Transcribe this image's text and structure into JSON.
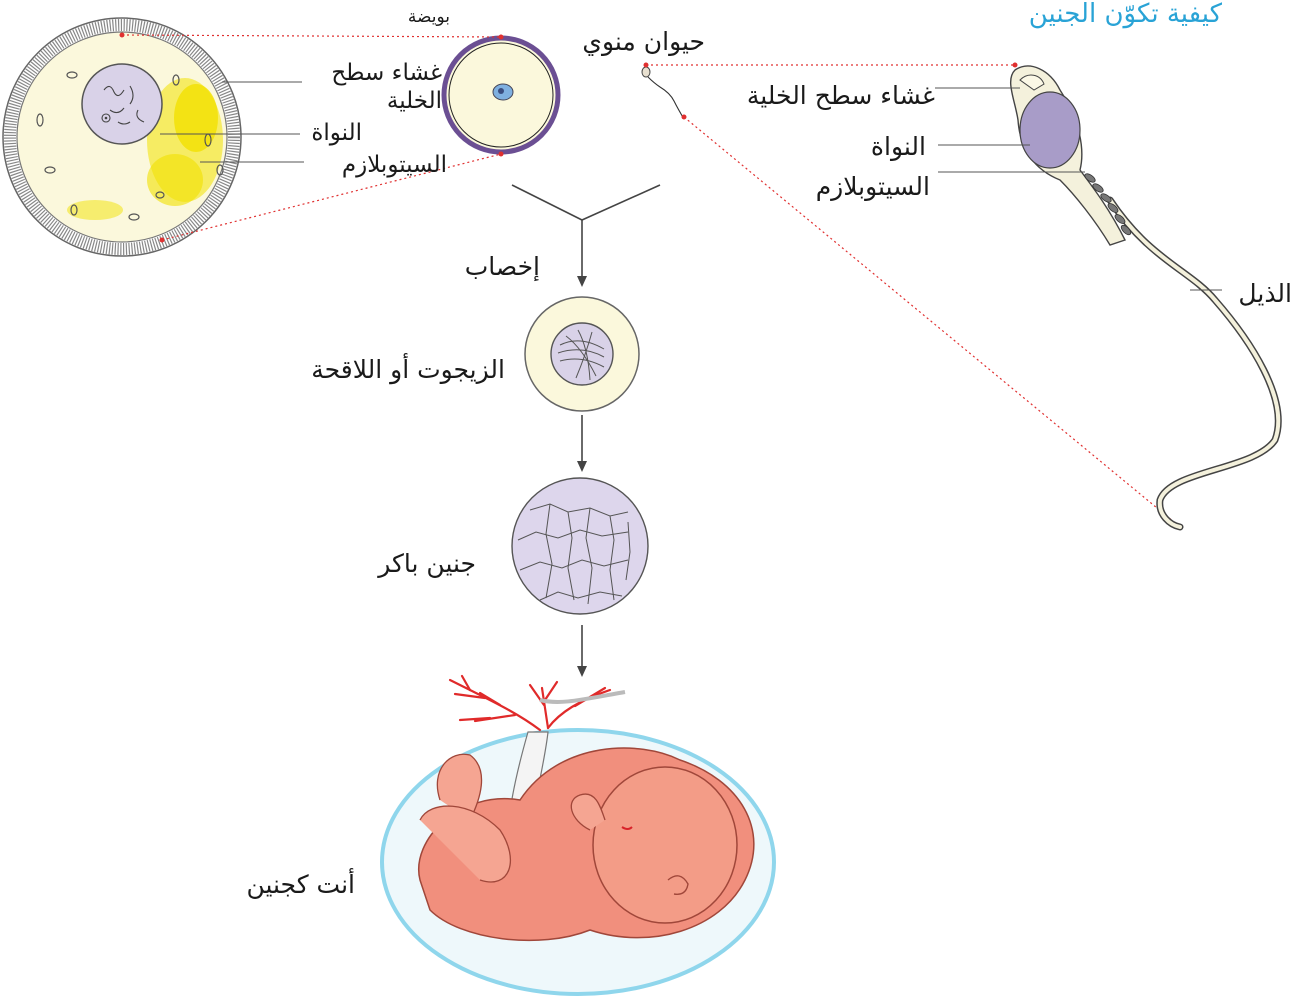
{
  "title": "كيفية تكوّن الجنين",
  "egg": {
    "small_label": "بويضة",
    "membrane_label_line1": "غشاء سطح",
    "membrane_label_line2": "الخلية",
    "nucleus_label": "النواة",
    "cytoplasm_label": "السيتوبلازم"
  },
  "sperm": {
    "label": "حيوان منوي",
    "membrane_label": "غشاء سطح الخلية",
    "nucleus_label": "النواة",
    "cytoplasm_label": "السيتوبلازم",
    "tail_label": "الذيل"
  },
  "stages": {
    "fertilization": "إخصاب",
    "zygote": "الزيجوت أو اللاقحة",
    "early_embryo": "جنين باكر",
    "you_as_embryo": "أنت كجنين"
  },
  "colors": {
    "title": "#29a3d6",
    "egg_fill": "#fbf8dc",
    "yolk": "#f2e100",
    "membrane_purple": "#6b4f93",
    "nucleus_lilac": "#d9d2e8",
    "sperm_nucleus": "#a89cc8",
    "embryo_skin": "#f18f7d",
    "amnion_blue": "#8fd6ec",
    "vessels_red": "#e02a2a"
  }
}
